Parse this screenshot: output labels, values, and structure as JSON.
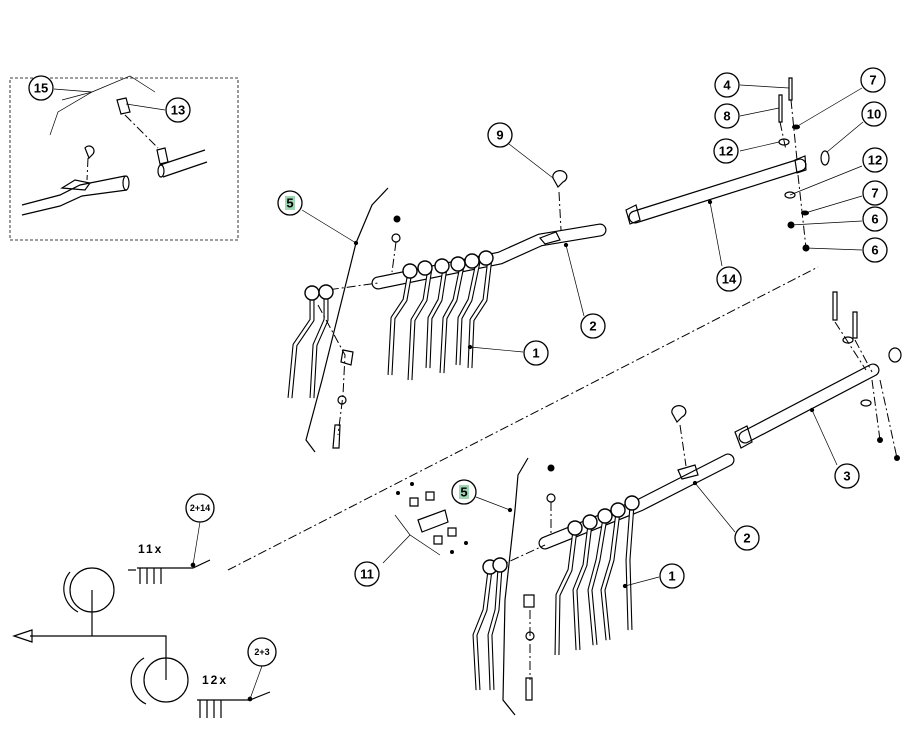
{
  "diagram": {
    "callouts": {
      "inset_15": "15",
      "inset_13": "13",
      "top_5": "5",
      "top_9": "9",
      "top_2": "2",
      "top_1": "1",
      "r_4": "4",
      "r_8": "8",
      "r_12a": "12",
      "r_7a": "7",
      "r_10": "10",
      "r_12b": "12",
      "r_7b": "7",
      "r_6a": "6",
      "r_6b": "6",
      "r_14": "14",
      "r_3": "3",
      "bot_5": "5",
      "bot_2": "2",
      "bot_1": "1",
      "bot_11": "11",
      "set_2_14": "2+14",
      "set_2_3": "2+3"
    },
    "quantities": {
      "qty_11": "11x",
      "qty_12": "12x"
    },
    "highlight_color": "#9fd6b4"
  }
}
